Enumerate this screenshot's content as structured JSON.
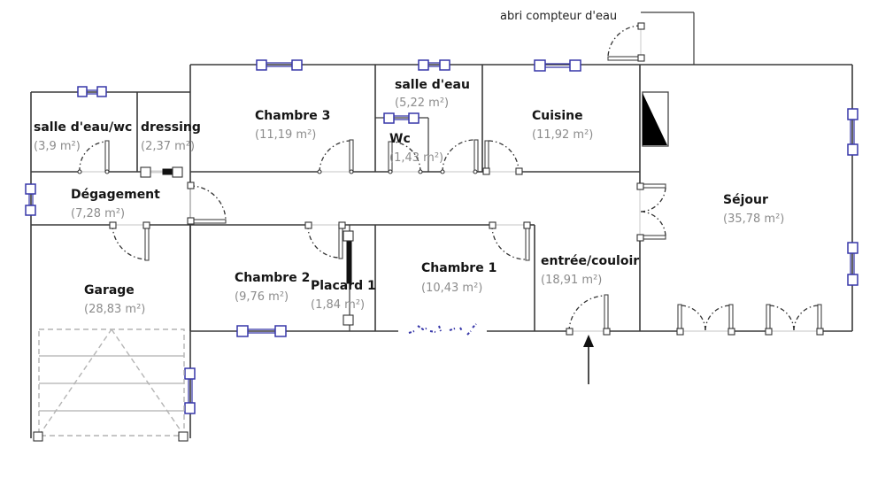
{
  "plan": {
    "rooms": [
      {
        "id": "salle-eau-wc",
        "name": "salle d'eau/wc",
        "area": "(3,9 m²)"
      },
      {
        "id": "dressing",
        "name": "dressing",
        "area": "(2,37 m²)"
      },
      {
        "id": "chambre-3",
        "name": "Chambre 3",
        "area": "(11,19 m²)"
      },
      {
        "id": "salle-eau",
        "name": "salle d'eau",
        "area": "(5,22 m²)"
      },
      {
        "id": "wc",
        "name": "Wc",
        "area": "(1,43 m²)"
      },
      {
        "id": "cuisine",
        "name": "Cuisine",
        "area": "(11,92 m²)"
      },
      {
        "id": "sejour",
        "name": "Séjour",
        "area": "(35,78 m²)"
      },
      {
        "id": "degagement",
        "name": "Dégagement",
        "area": "(7,28 m²)"
      },
      {
        "id": "garage",
        "name": "Garage",
        "area": "(28,83 m²)"
      },
      {
        "id": "chambre-2",
        "name": "Chambre 2",
        "area": "(9,76 m²)"
      },
      {
        "id": "placard-1",
        "name": "Placard 1",
        "area": "(1,84 m²)"
      },
      {
        "id": "chambre-1",
        "name": "Chambre 1",
        "area": "(10,43 m²)"
      },
      {
        "id": "entree-couloir",
        "name": "entrée/couloir",
        "area": "(18,91 m²)"
      }
    ],
    "annotations": {
      "water_meter": "abri compteur d'eau"
    },
    "symbols": {
      "entrance": "entrance-arrow",
      "fireplace": "stair-or-chimney",
      "garage_door": "sectional-garage-door"
    },
    "colors": {
      "wall": "#3a3a3a",
      "window": "#3636a8",
      "area_text": "#8c8c8c",
      "name_text": "#151515"
    }
  }
}
